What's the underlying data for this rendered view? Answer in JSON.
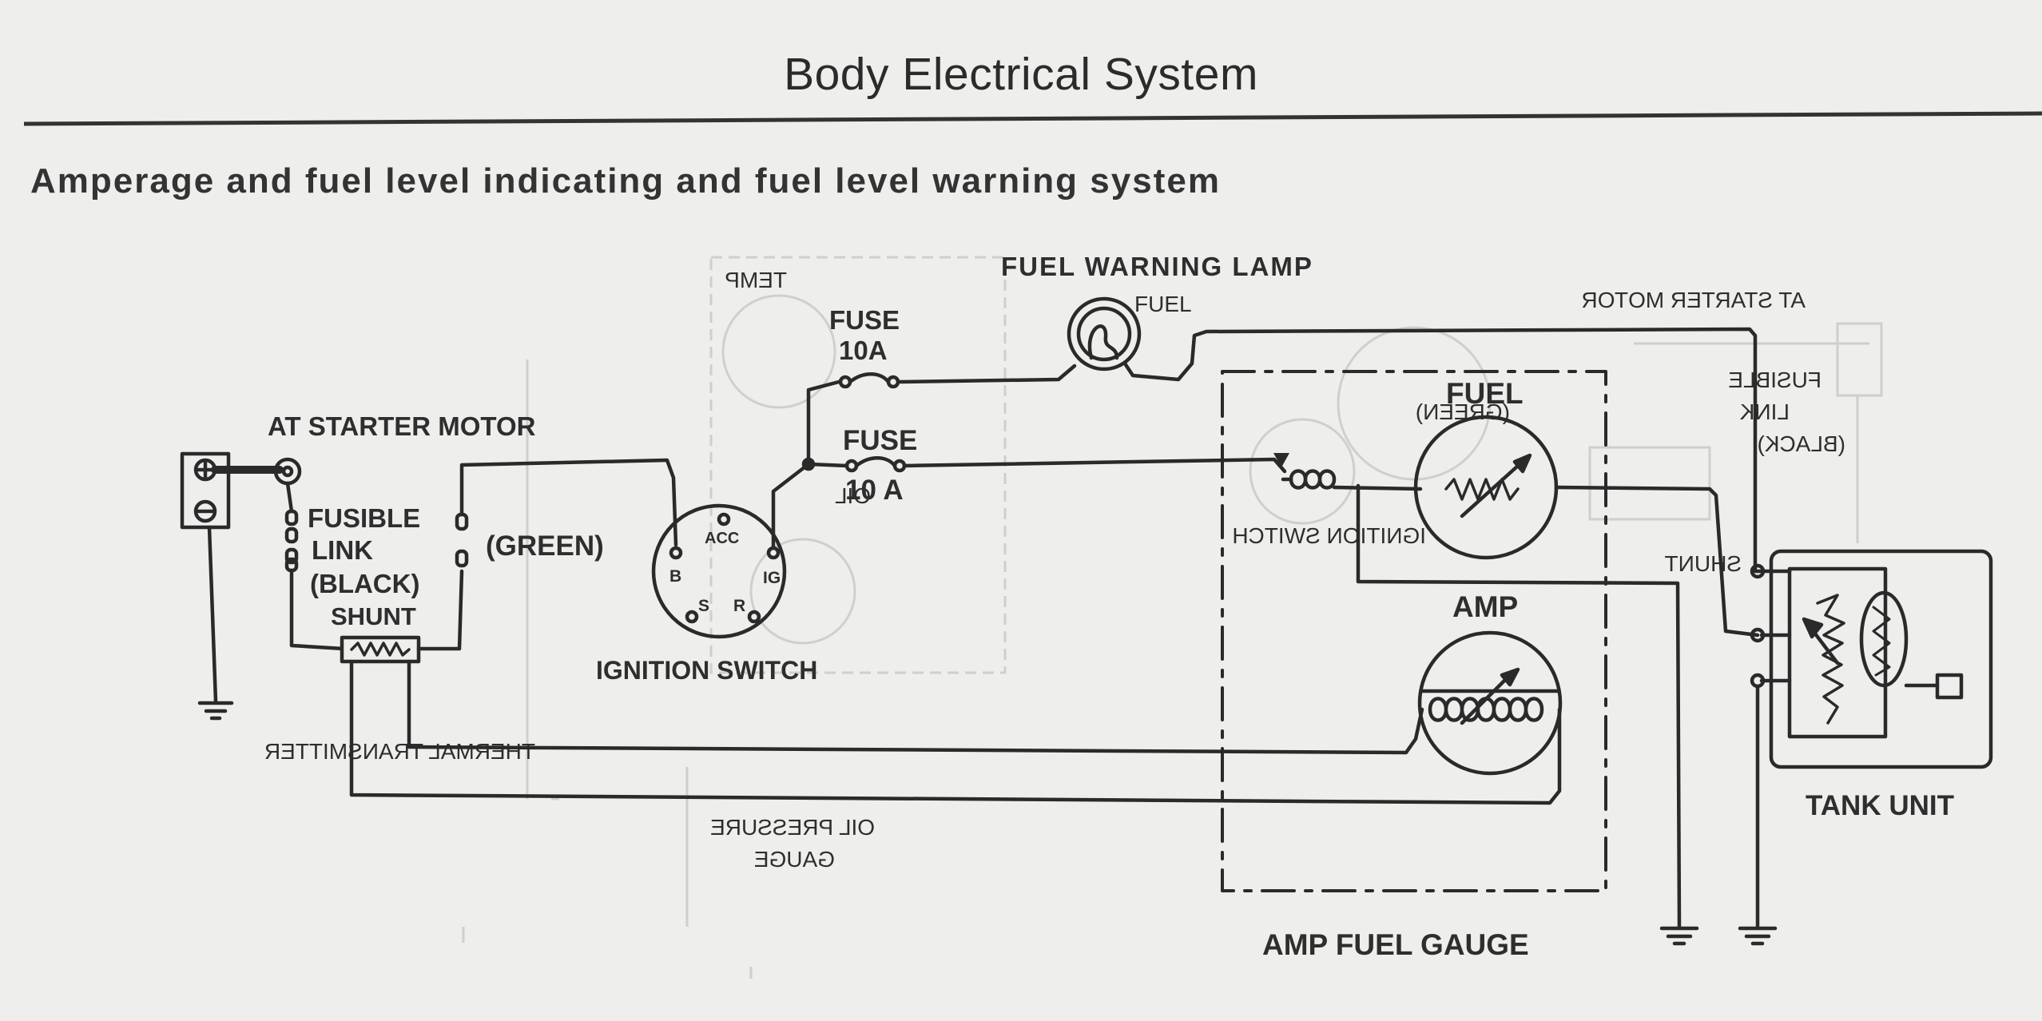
{
  "page": {
    "header": "Body Electrical System",
    "section_title": "Amperage and fuel level indicating and fuel level warning system"
  },
  "labels": {
    "fuel_warning_lamp": "FUEL WARNING LAMP",
    "fuse_top_name": "FUSE",
    "fuse_top_rating": "10A",
    "fuse_mid_name": "FUSE",
    "fuse_mid_rating": "10 A",
    "at_starter_motor": "AT STARTER MOTOR",
    "fusible_link_line1": "FUSIBLE",
    "fusible_link_line2": "LINK",
    "fusible_link_line3": "(BLACK)",
    "shunt": "SHUNT",
    "green_wire": "(GREEN)",
    "ignition_switch": "IGNITION SWITCH",
    "term_acc": "ACC",
    "term_b": "B",
    "term_ig": "IG",
    "term_s": "S",
    "term_r": "R",
    "fuel_gauge": "FUEL",
    "amp_gauge": "AMP",
    "amp_fuel_gauge": "AMP FUEL GAUGE",
    "tank_unit": "TANK UNIT"
  },
  "ghost_labels": {
    "temp": "TEMP",
    "fuel": "FUEL",
    "at_starter_motor": "AT STARTER MOTOR",
    "fusible_link_line1": "FUSIBLE",
    "fusible_link_line2": "LINK",
    "fusible_link_line3": "(BLACK)",
    "green": "(GREEN)",
    "ignition_switch": "IGNITION SWITCH",
    "shunt": "SHUNT",
    "thermal_transmitter": "THERMAL TRANSMITTER",
    "oil_pressure_line1": "OIL PRESSURE",
    "oil_pressure_line2": "GAUGE",
    "oil": "OIL"
  },
  "colors": {
    "paper": "#eeeeec",
    "ink": "#2a2a2a",
    "ghost": "#c8c8c6"
  },
  "icons": [
    "battery-icon",
    "ground-icon",
    "fuse-icon",
    "lamp-icon",
    "fusible-link-icon",
    "shunt-icon",
    "ignition-switch-icon",
    "gauge-icon",
    "coil-icon",
    "tank-unit-icon"
  ]
}
